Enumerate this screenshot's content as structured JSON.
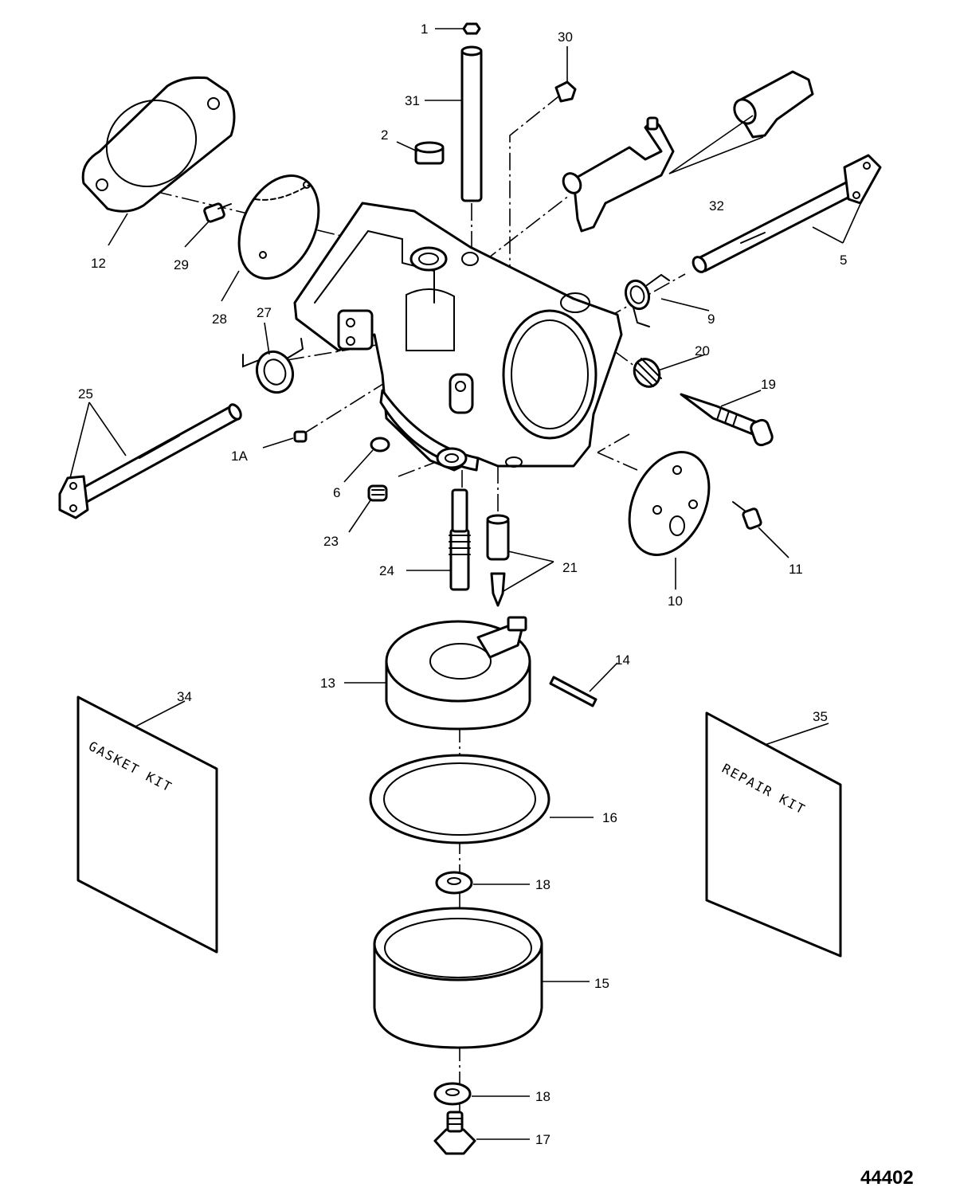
{
  "figure_number": "44402",
  "kits": {
    "gasket_kit": "GASKET KIT",
    "repair_kit": "REPAIR KIT"
  },
  "callouts": {
    "c1": "1",
    "c1a": "1A",
    "c2": "2",
    "c5": "5",
    "c6": "6",
    "c9": "9",
    "c10": "10",
    "c11": "11",
    "c12": "12",
    "c13": "13",
    "c14": "14",
    "c15": "15",
    "c16": "16",
    "c17": "17",
    "c18a": "18",
    "c18b": "18",
    "c19": "19",
    "c20": "20",
    "c21": "21",
    "c23": "23",
    "c24": "24",
    "c25": "25",
    "c27": "27",
    "c28": "28",
    "c29": "29",
    "c30": "30",
    "c31": "31",
    "c32": "32",
    "c34": "34",
    "c35": "35"
  }
}
